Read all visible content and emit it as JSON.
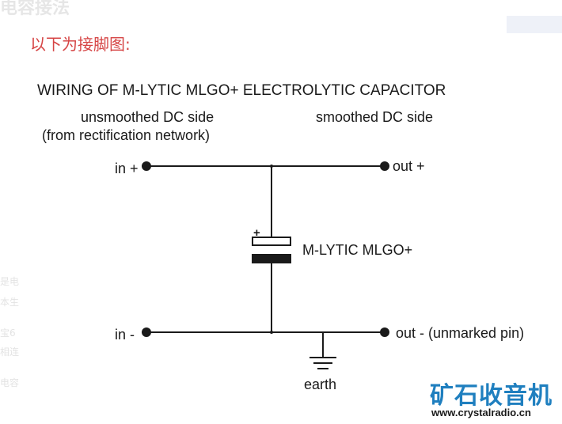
{
  "background": {
    "ghost_title": "电容接法",
    "ghost_side_fragments": [
      "是电",
      "本生",
      "宝6",
      "相连",
      "电容"
    ]
  },
  "heading": "以下为接脚图:",
  "diagram": {
    "title": "WIRING OF M-LYTIC MLGO+ ELECTROLYTIC CAPACITOR",
    "left_header_line1": "unsmoothed DC side",
    "left_header_line2": "(from rectification network)",
    "right_header": "smoothed DC side",
    "in_plus": "in +",
    "out_plus": "out +",
    "capacitor_label": "M-LYTIC MLGO+",
    "polarity_mark": "+",
    "in_minus": "in -",
    "out_minus": "out - (unmarked pin)",
    "earth": "earth",
    "colors": {
      "line": "#1a1a1a",
      "heading": "#d64545",
      "watermark": "#1f7fbf"
    }
  },
  "watermark": {
    "brand": "矿石收音机",
    "url": "www.crystalradio.cn"
  }
}
